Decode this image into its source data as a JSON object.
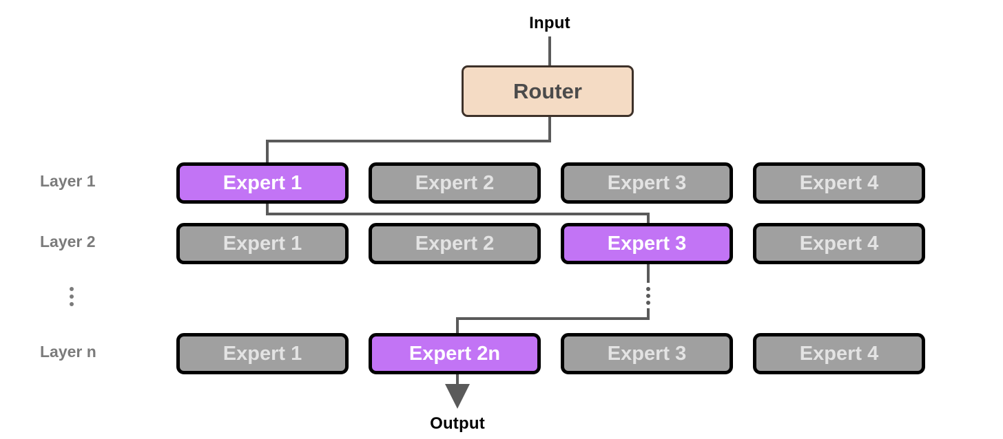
{
  "diagram": {
    "title_input": "Input",
    "title_output": "Output",
    "router": {
      "label": "Router",
      "fill": "#F4DBC4",
      "border": "#3d3129",
      "text": "#4b4b4b"
    },
    "colors": {
      "active_fill": "#C274F5",
      "active_text": "#FFFFFF",
      "inactive_fill": "#A0A0A0",
      "inactive_text": "#E3E3E3",
      "box_border": "#000000",
      "wire": "#5a5a5a",
      "layer_label": "#7b7b7b",
      "io_label": "#000000",
      "background": "#FFFFFF"
    },
    "rows": [
      {
        "layer_label": "Layer 1",
        "experts": [
          {
            "label": "Expert 1",
            "active": true
          },
          {
            "label": "Expert 2",
            "active": false
          },
          {
            "label": "Expert 3",
            "active": false
          },
          {
            "label": "Expert 4",
            "active": false
          }
        ]
      },
      {
        "layer_label": "Layer 2",
        "experts": [
          {
            "label": "Expert 1",
            "active": false
          },
          {
            "label": "Expert 2",
            "active": false
          },
          {
            "label": "Expert 3",
            "active": true
          },
          {
            "label": "Expert 4",
            "active": false
          }
        ]
      },
      {
        "layer_label": "Layer n",
        "experts": [
          {
            "label": "Expert 1",
            "active": false
          },
          {
            "label": "Expert 2n",
            "active": true
          },
          {
            "label": "Expert 3",
            "active": false
          },
          {
            "label": "Expert 4",
            "active": false
          }
        ]
      }
    ],
    "ellipsis_between_layers": "vertical-ellipsis",
    "ellipsis_on_wire": "vertical-ellipsis"
  }
}
